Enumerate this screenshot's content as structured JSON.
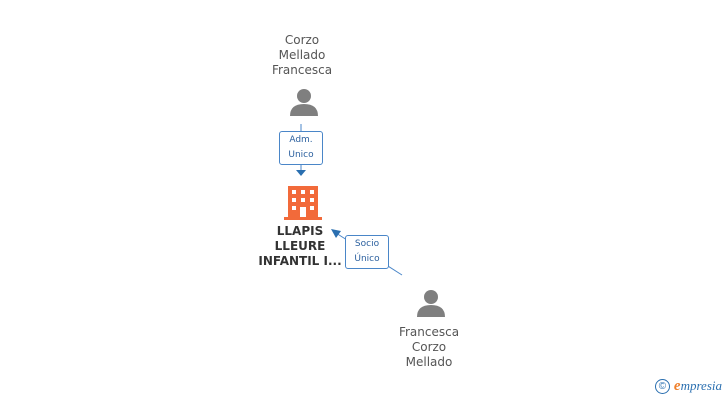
{
  "people": [
    {
      "name_lines": [
        "Corzo",
        "Mellado",
        "Francesca"
      ]
    },
    {
      "name_lines": [
        "Francesca",
        "Corzo",
        "Mellado"
      ]
    }
  ],
  "company": {
    "name_lines": [
      "LLAPIS",
      "LLEURE",
      "INFANTIL I..."
    ]
  },
  "relations": [
    {
      "role_lines": [
        "Adm.",
        "Unico"
      ]
    },
    {
      "role_lines": [
        "Socio",
        "Único"
      ]
    }
  ],
  "brand": {
    "symbol": "©",
    "initial": "e",
    "rest": "mpresia"
  },
  "colors": {
    "person_icon": "#7f7f7f",
    "company_icon": "#f26a3a",
    "link": "#4a86c8"
  },
  "icons": {
    "person": "person-icon",
    "company": "building-icon"
  }
}
